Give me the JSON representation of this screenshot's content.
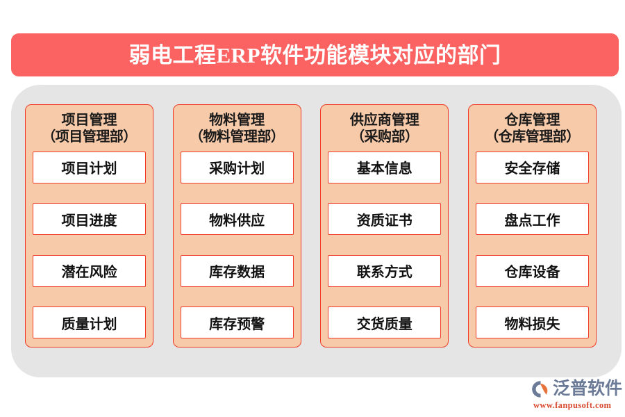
{
  "title": {
    "text": "弱电工程ERP软件功能模块对应的部门",
    "banner_color": "#fb6262",
    "text_color": "#ffffff"
  },
  "board": {
    "background_color": "#e6e5e5"
  },
  "palette": {
    "panel_fill": "#f7cbaa",
    "panel_border": "#ef3b26",
    "item_fill": "#ffffff",
    "item_border": "#ef3b26",
    "text_color": "#111111"
  },
  "columns": [
    {
      "module": "项目管理",
      "department": "（项目管理部）",
      "items": [
        "项目计划",
        "项目进度",
        "潜在风险",
        "质量计划"
      ]
    },
    {
      "module": "物料管理",
      "department": "（物料管理部）",
      "items": [
        "采购计划",
        "物料供应",
        "库存数据",
        "库存预警"
      ]
    },
    {
      "module": "供应商管理",
      "department": "（采购部）",
      "items": [
        "基本信息",
        "资质证书",
        "联系方式",
        "交货质量"
      ]
    },
    {
      "module": "仓库管理",
      "department": "（仓库管理部）",
      "items": [
        "安全存储",
        "盘点工作",
        "仓库设备",
        "物料损失"
      ]
    }
  ],
  "logo": {
    "name": "泛普软件",
    "url": "www.fanpusoft.com",
    "name_color": "#6b7a96",
    "url_color": "#d84a2e",
    "mark_colors": [
      "#6b7a96",
      "#e8743b"
    ]
  }
}
